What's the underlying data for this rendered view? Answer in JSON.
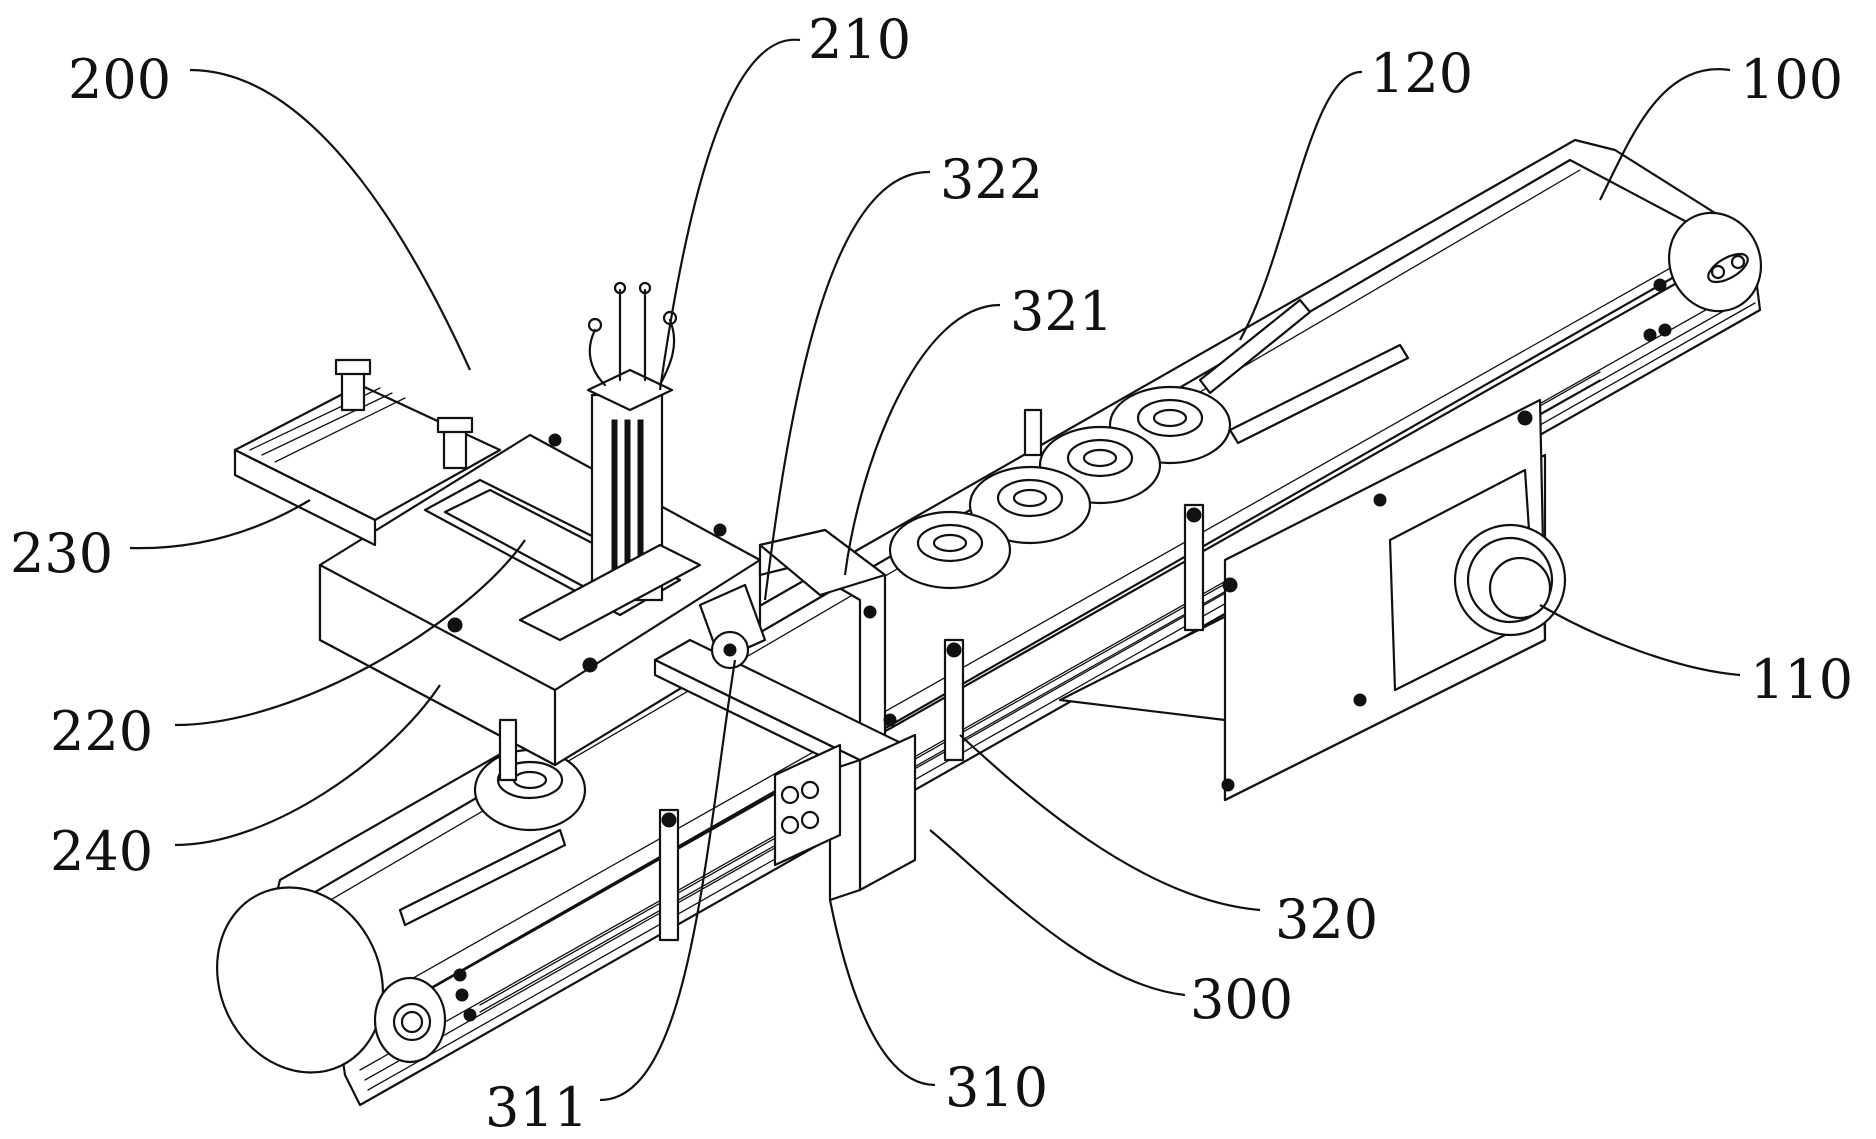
{
  "figure": {
    "labels": {
      "l100": "100",
      "l110": "110",
      "l120": "120",
      "l200": "200",
      "l210": "210",
      "l220": "220",
      "l230": "230",
      "l240": "240",
      "l300": "300",
      "l310": "310",
      "l311": "311",
      "l320": "320",
      "l321": "321",
      "l322": "322"
    },
    "line_color": "#111111",
    "background_color": "#ffffff"
  }
}
